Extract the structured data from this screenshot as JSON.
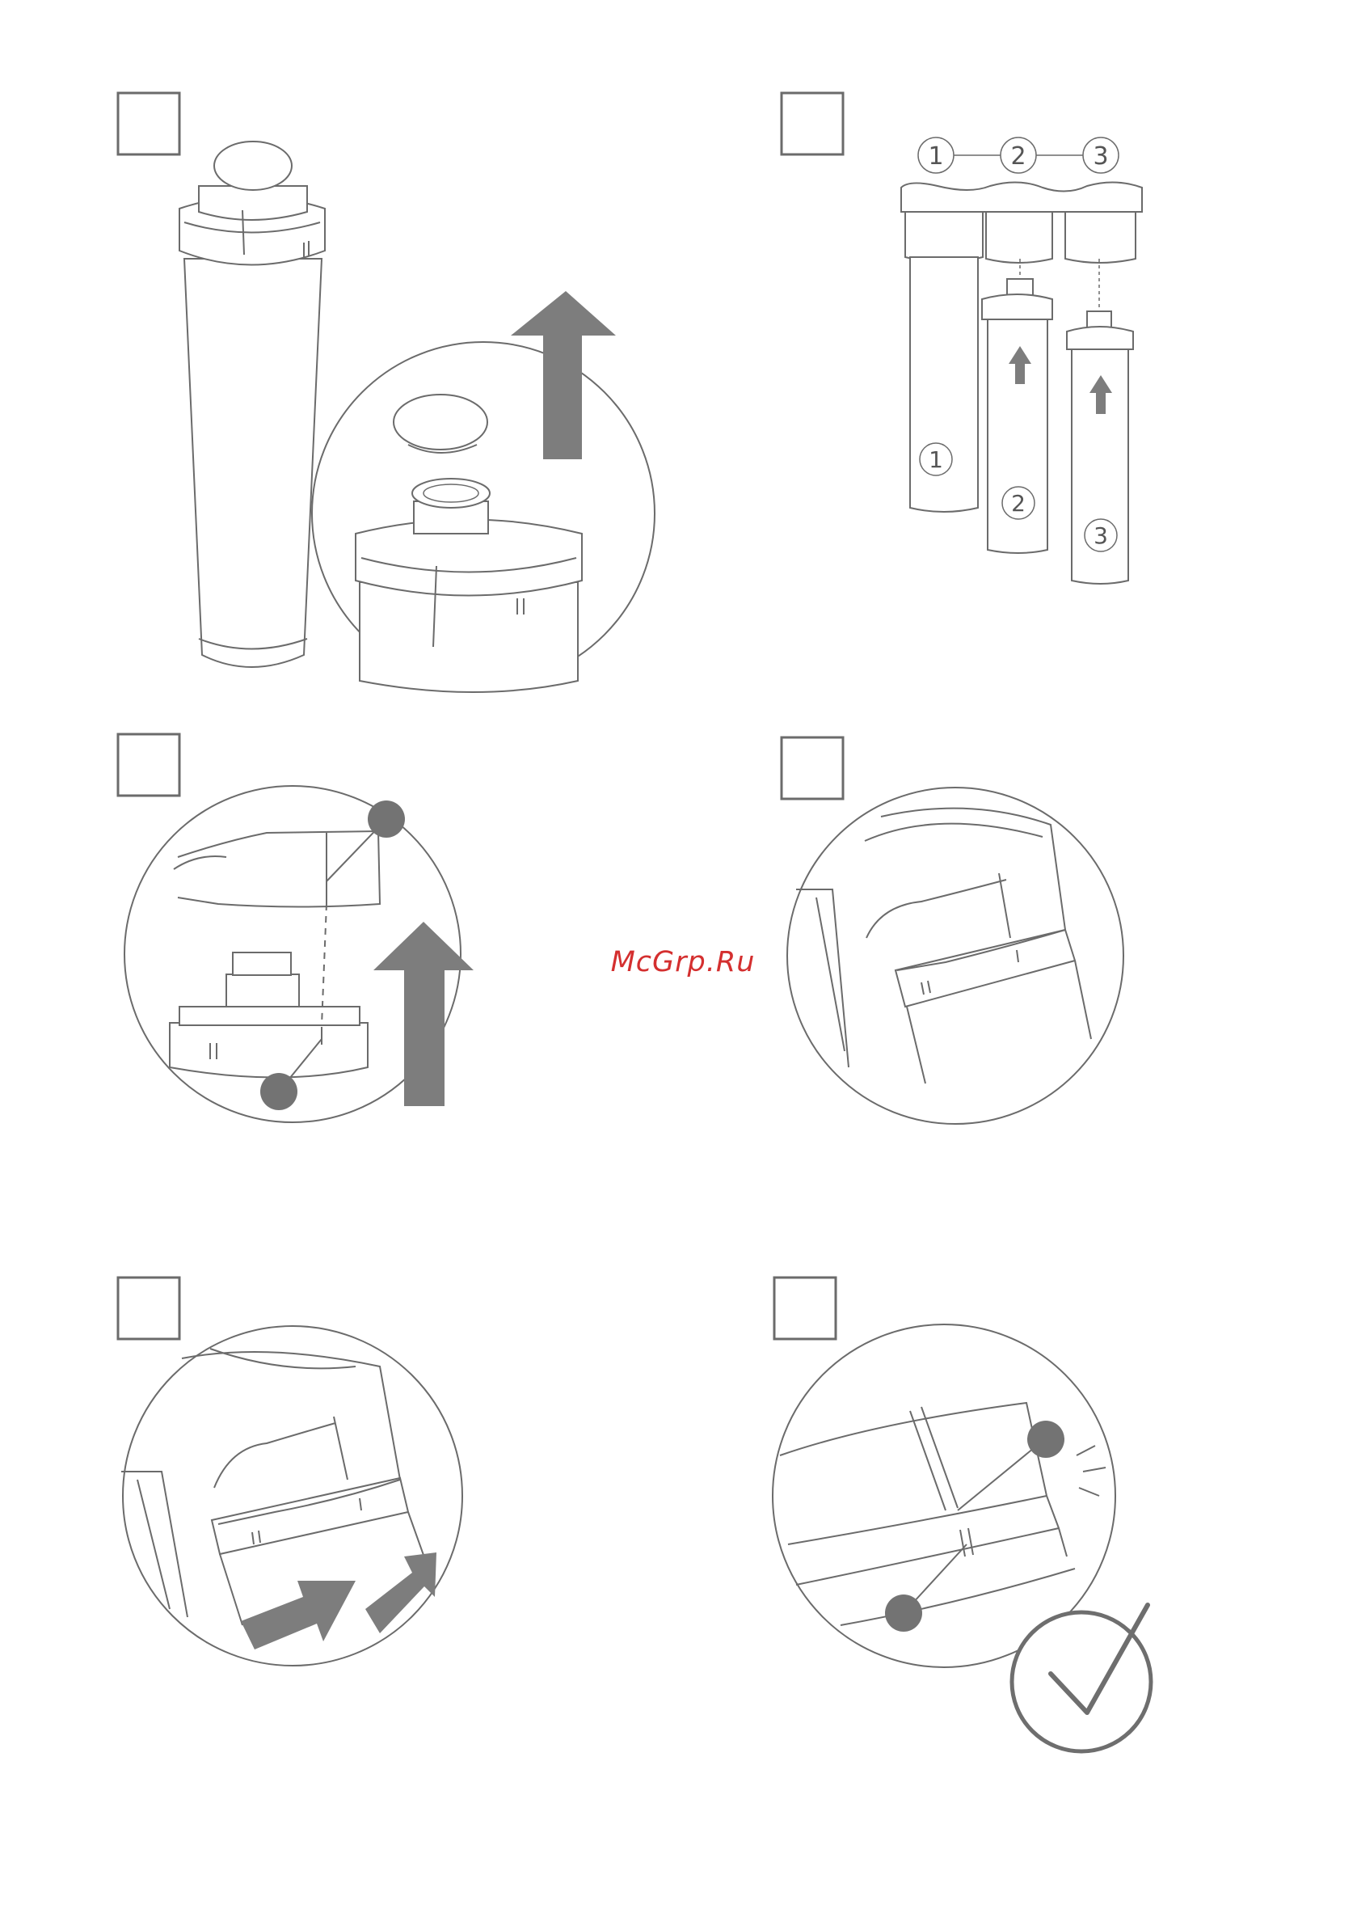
{
  "colors": {
    "line": "#6b6b6b",
    "arrow": "#7d7d7d",
    "dot": "#737373",
    "watermark": "#d42f2f",
    "check": "#6e6e6e"
  },
  "panels": [
    {
      "id": 1,
      "content": "filter-cap-removal"
    },
    {
      "id": 2,
      "content": "filter-housing-order",
      "stage_labels": [
        "1",
        "2",
        "3"
      ],
      "filter_labels": [
        "1",
        "2",
        "3"
      ]
    },
    {
      "id": 3,
      "content": "filter-alignment-marks"
    },
    {
      "id": 4,
      "content": "filter-insert"
    },
    {
      "id": 5,
      "content": "filter-twist"
    },
    {
      "id": 6,
      "content": "filter-locked-check"
    }
  ],
  "watermark": {
    "text": "McGrp.Ru"
  }
}
